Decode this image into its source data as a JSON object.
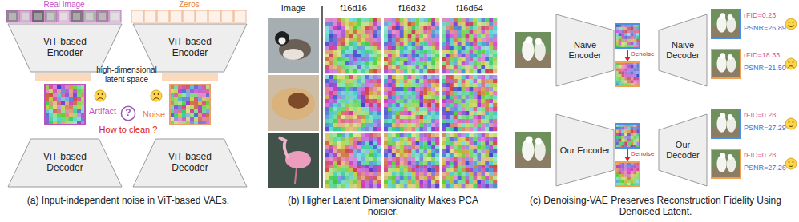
{
  "diagram": {
    "nodes": [
      {
        "text": [
          "ViT-based Encoder"
        ]
      },
      {
        "text": [
          "ViT-based Encoder"
        ]
      },
      {
        "text": [
          "ViT-based Decoder"
        ]
      },
      {
        "text": [
          "ViT-based Decoder"
        ]
      },
      {
        "text": [
          "?"
        ]
      },
      {
        "text": [
          "Naive Encoder"
        ]
      },
      {
        "text": [
          "Naive Decoder"
        ]
      },
      {
        "text": [
          "Our Encoder"
        ]
      },
      {
        "text": [
          "Our Decoder"
        ]
      }
    ],
    "labels": [
      "Real Image",
      "Zeros",
      "high-dimensional latent space",
      "Artifact",
      "Noise",
      "How to clean ?",
      "(a) Input-independent noise in ViT-based VAEs.",
      "Image",
      "f16d16",
      "f16d32",
      "f16d64",
      "(b) Higher Latent Dimensionality Makes PCA noisier.",
      "Denoise",
      "rFID=0.23",
      "PSNR=26.89",
      "rFID=18.33",
      "PSNR=21.50",
      "Denoise",
      "rFID=0.28",
      "PSNR=27.29",
      "rFID=0.28",
      "PSNR=27.26",
      "(c) Denoising-VAE Preserves Reconstruction Fidelity Using Denoised Latent."
    ]
  }
}
